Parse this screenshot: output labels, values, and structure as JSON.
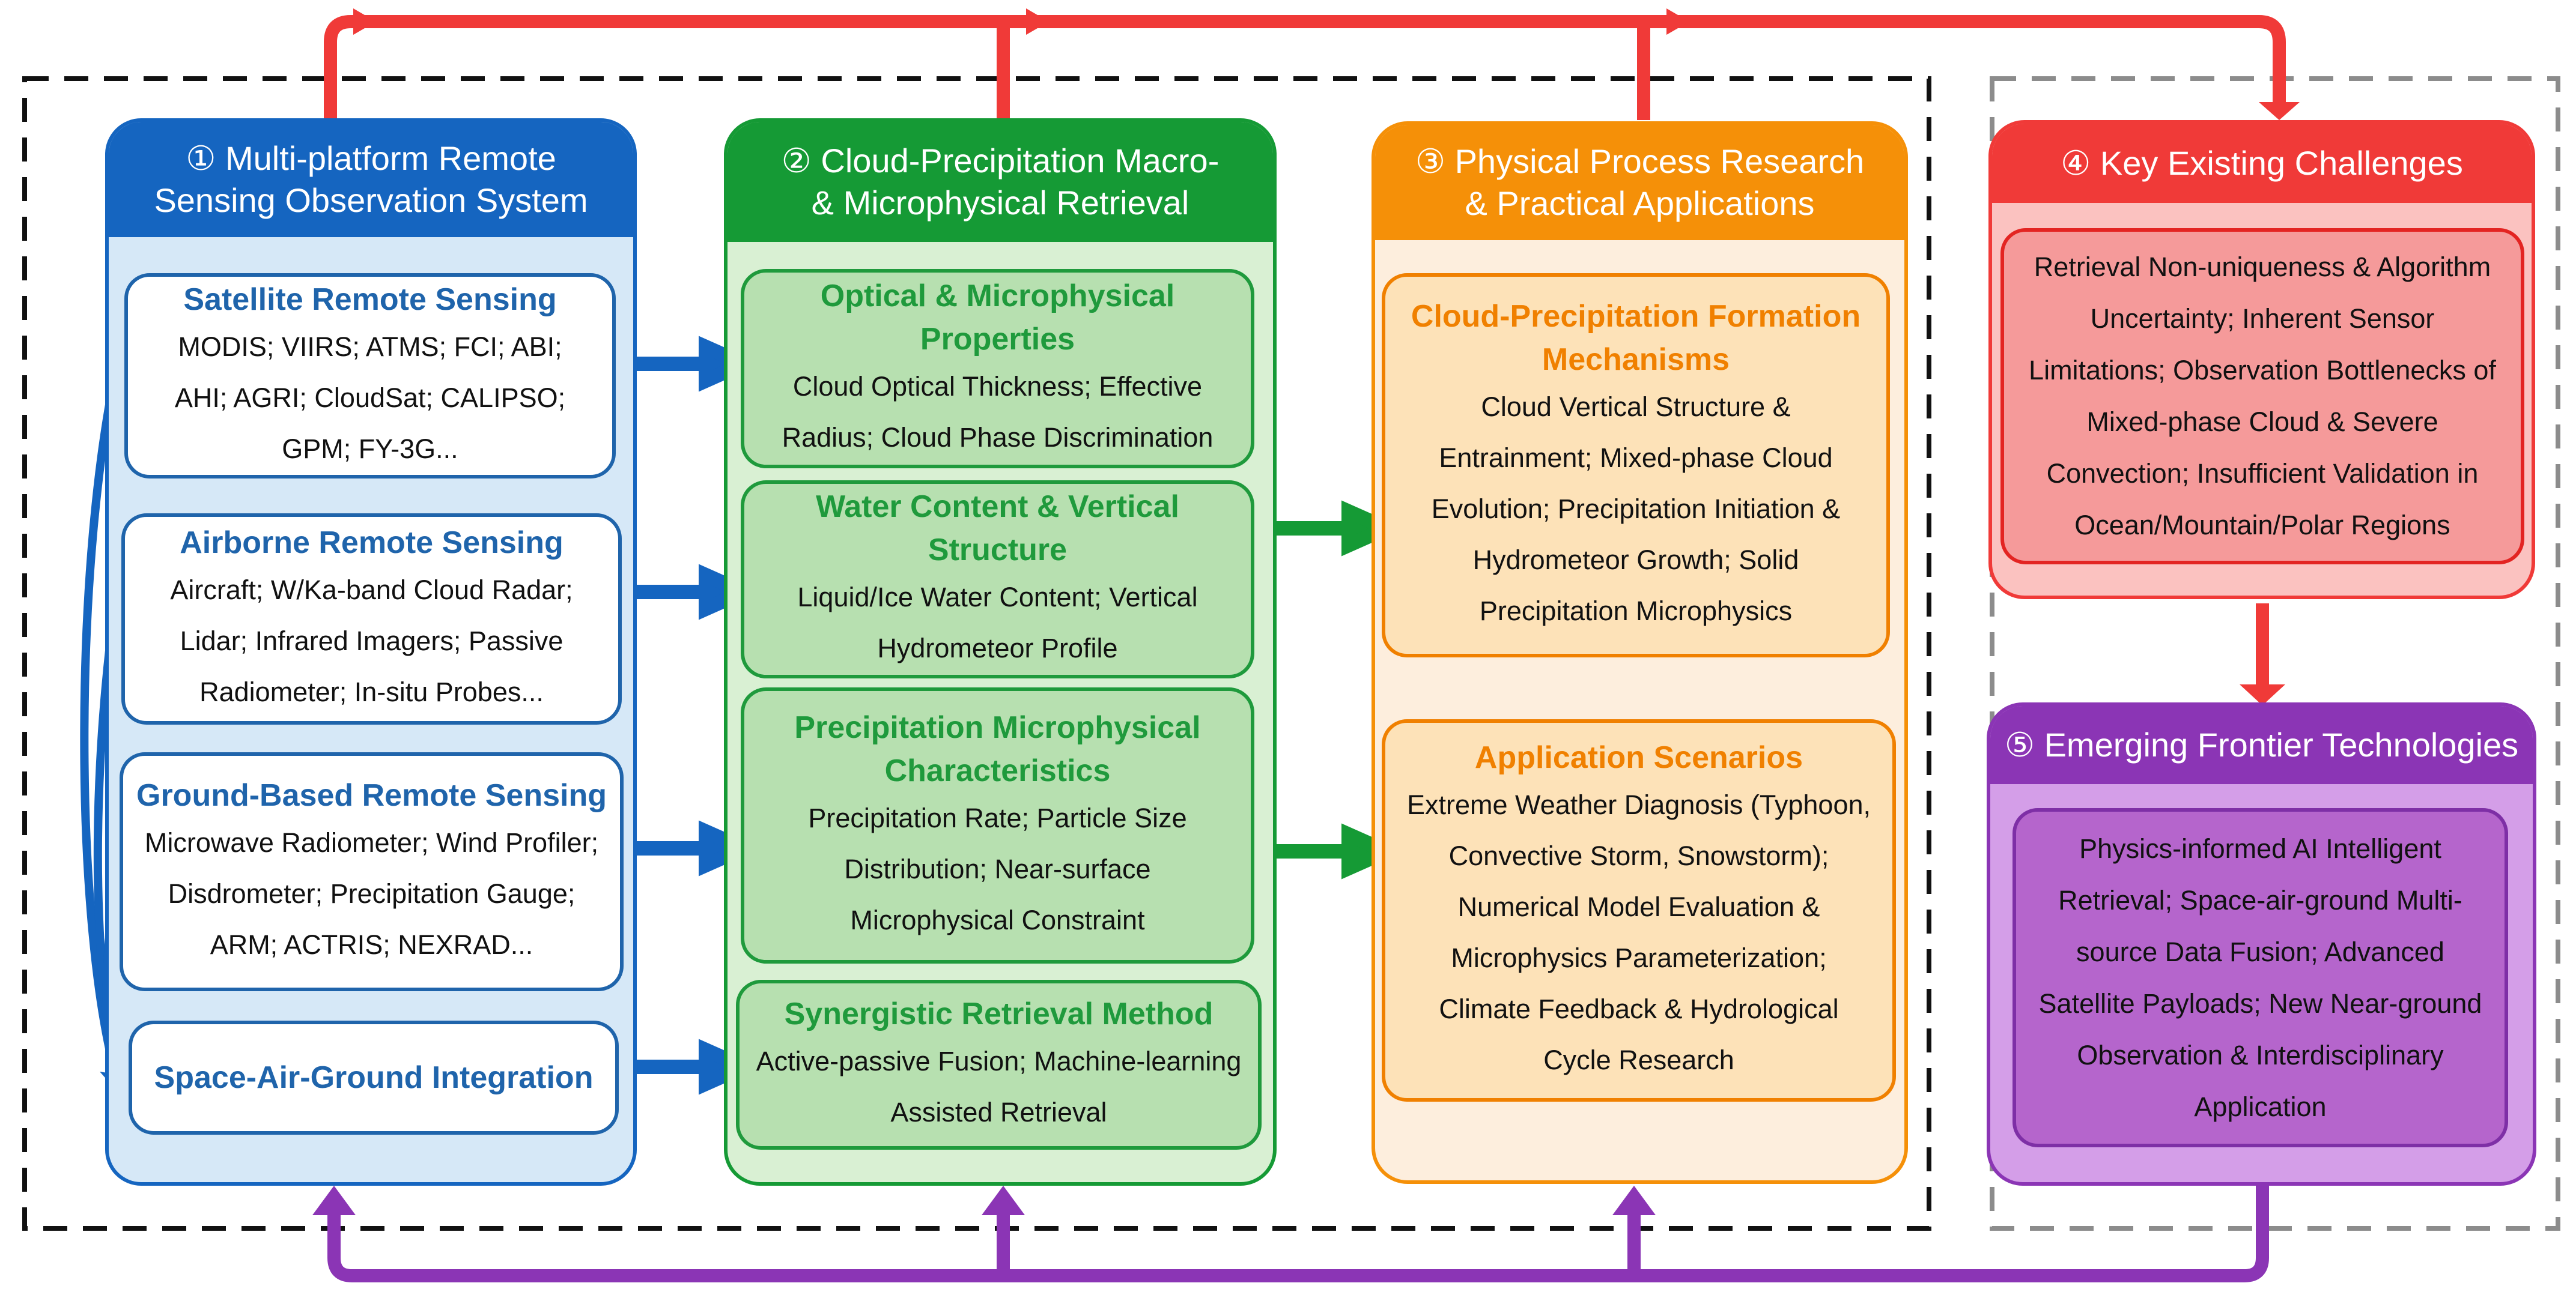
{
  "colors": {
    "blue": "#1565c0",
    "blue_light": "#d6e8f7",
    "green": "#159a35",
    "green_light": "#d9f0d3",
    "orange": "#f59008",
    "orange_light": "#fdeedd",
    "red": "#f03a38",
    "red_light": "#fbc2c0",
    "purple": "#8b35b5",
    "purple_light": "#d49ee8",
    "dash_black": "#111111",
    "dash_gray": "#8c8c8c"
  },
  "panels": [
    {
      "id": "p1",
      "title": "① Multi-platform Remote\nSensing Observation System",
      "cards": [
        {
          "title": "Satellite Remote Sensing",
          "body": "MODIS; VIIRS; ATMS; FCI; ABI;\nAHI; AGRI; CloudSat; CALIPSO;\nGPM; FY-3G..."
        },
        {
          "title": "Airborne Remote Sensing",
          "body": "Aircraft; W/Ka-band Cloud Radar;\nLidar; Infrared Imagers; Passive\nRadiometer; In-situ Probes..."
        },
        {
          "title": "Ground-Based Remote Sensing",
          "body": "Microwave Radiometer; Wind Profiler;\nDisdrometer; Precipitation Gauge;\nARM; ACTRIS; NEXRAD..."
        },
        {
          "title": "Space-Air-Ground Integration",
          "body": ""
        }
      ]
    },
    {
      "id": "p2",
      "title": "② Cloud-Precipitation Macro-\n& Microphysical Retrieval",
      "cards": [
        {
          "title": "Optical & Microphysical\nProperties",
          "body": "Cloud Optical Thickness; Effective\nRadius; Cloud Phase Discrimination"
        },
        {
          "title": "Water Content & Vertical\nStructure",
          "body": "Liquid/Ice Water Content; Vertical\nHydrometeor Profile"
        },
        {
          "title": "Precipitation Microphysical\nCharacteristics",
          "body": "Precipitation Rate; Particle Size\nDistribution; Near-surface\nMicrophysical Constraint"
        },
        {
          "title": "Synergistic Retrieval Method",
          "body": "Active-passive Fusion; Machine-learning\nAssisted Retrieval"
        }
      ]
    },
    {
      "id": "p3",
      "title": "③ Physical Process Research\n& Practical Applications",
      "cards": [
        {
          "title": "Cloud-Precipitation Formation\nMechanisms",
          "body": "Cloud Vertical Structure &\nEntrainment; Mixed-phase Cloud\nEvolution; Precipitation Initiation &\nHydrometeor Growth; Solid\nPrecipitation Microphysics"
        },
        {
          "title": "Application Scenarios",
          "body": "Extreme Weather Diagnosis (Typhoon,\nConvective Storm, Snowstorm);\nNumerical Model Evaluation &\nMicrophysics Parameterization;\nClimate Feedback & Hydrological\nCycle Research"
        }
      ]
    },
    {
      "id": "p4",
      "title": "④ Key Existing Challenges",
      "cards": [
        {
          "title": "",
          "body": "Retrieval Non-uniqueness & Algorithm\nUncertainty; Inherent Sensor\nLimitations; Observation Bottlenecks of\nMixed-phase Cloud & Severe\nConvection; Insufficient Validation in\nOcean/Mountain/Polar Regions"
        }
      ]
    },
    {
      "id": "p5",
      "title": "⑤ Emerging Frontier Technologies",
      "cards": [
        {
          "title": "",
          "body": "Physics-informed AI Intelligent\nRetrieval; Space-air-ground Multi-\nsource Data Fusion; Advanced\nSatellite Payloads; New Near-ground\nObservation & Interdisciplinary\nApplication"
        }
      ]
    }
  ]
}
